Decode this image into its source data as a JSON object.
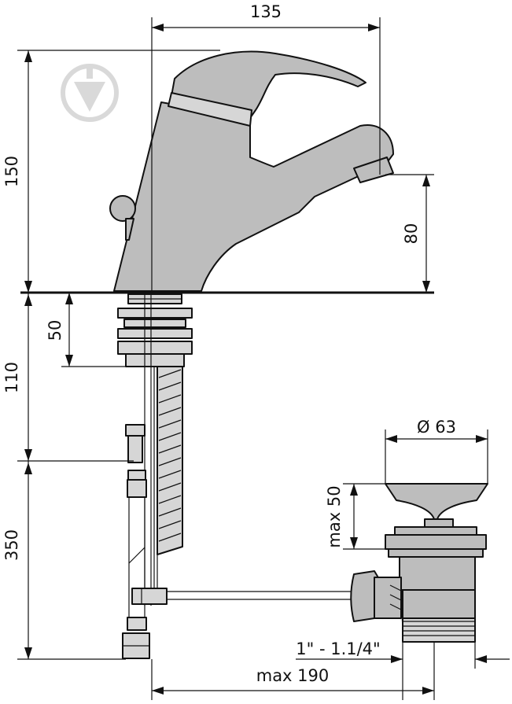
{
  "dimensions": {
    "faucet_width": "135",
    "faucet_height": "150",
    "spout_height": "80",
    "deck_thickness": "50",
    "below_deck": "110",
    "hose_length": "350",
    "drain_diameter": "Ø 63",
    "drain_height": "max 50",
    "drain_thread": "1\" - 1.1/4\"",
    "drain_offset": "max 190"
  },
  "icons": {
    "watermark_top": "brand-watermark-icon",
    "watermark_bottom": "brand-watermark-icon"
  },
  "colors": {
    "metal": "#bdbdbd",
    "line": "#111111"
  }
}
